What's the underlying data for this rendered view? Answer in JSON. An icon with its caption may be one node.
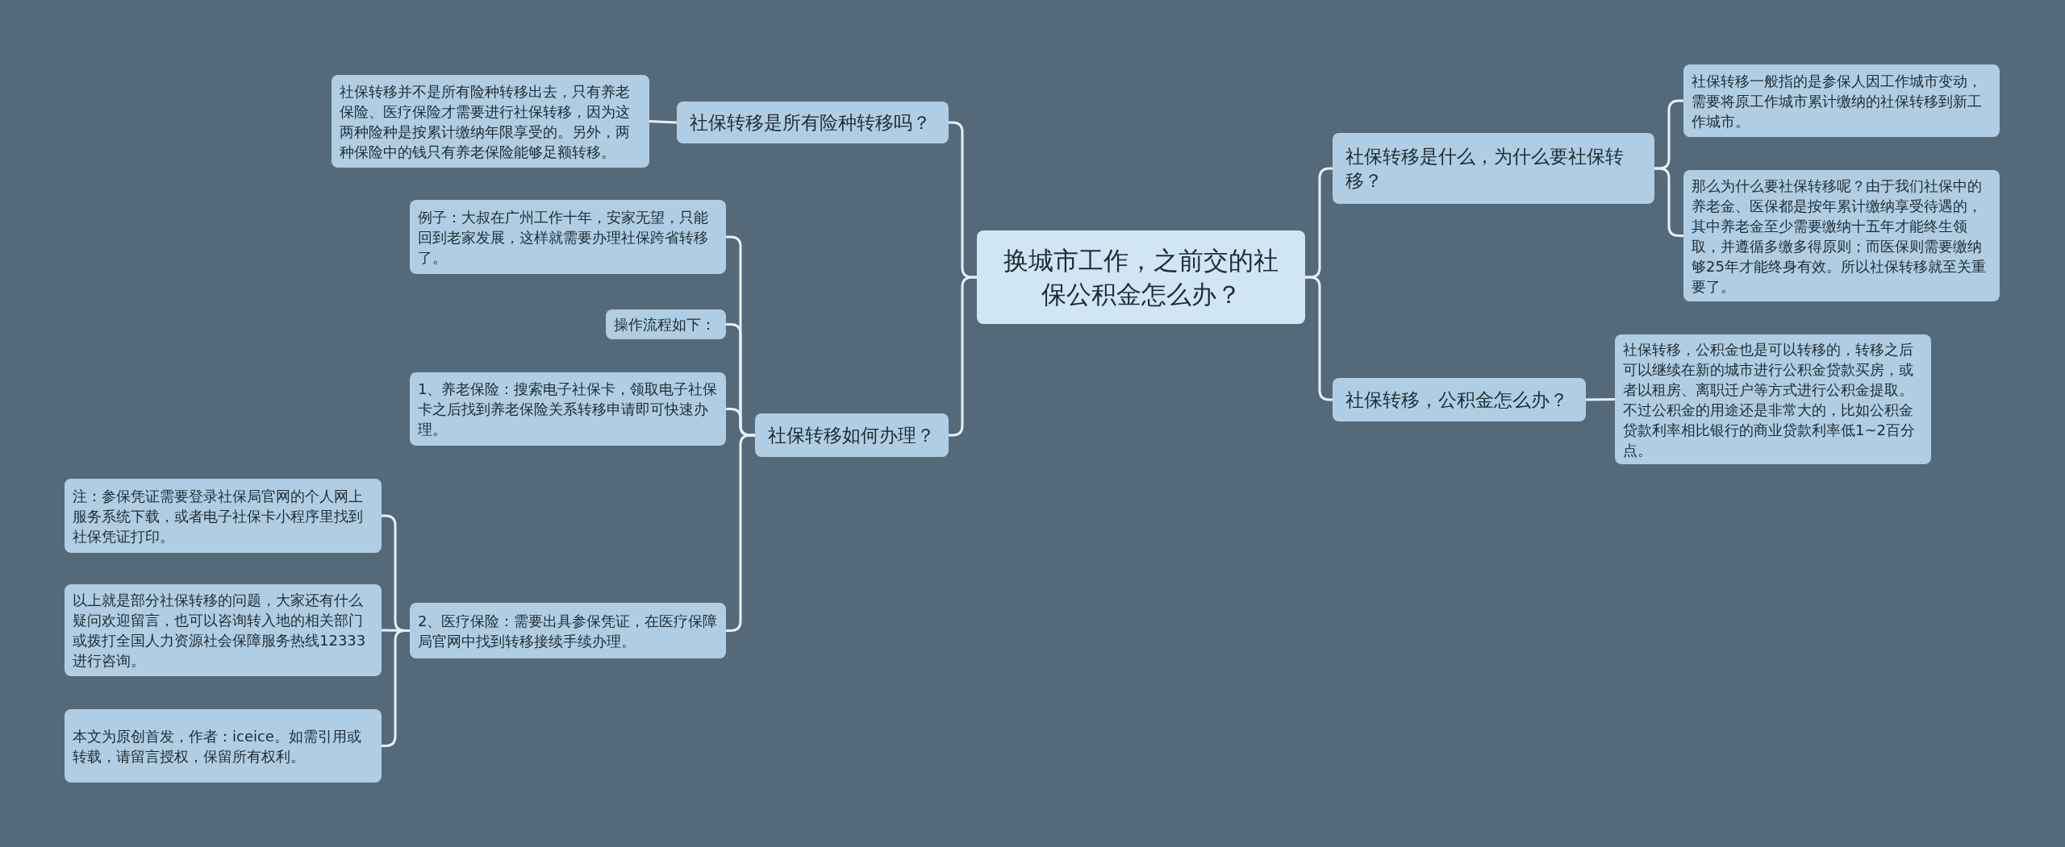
{
  "diagram": {
    "nodes": [
      {
        "text": [
          "换城市工作，之前交的社保公积金怎么办？"
        ]
      },
      {
        "text": [
          "社保转移是所有险种转移吗？"
        ]
      },
      {
        "text": [
          "社保转移并不是所有险种转移出去，只有养老保险、医疗保险才需要进行社保转移，因为这两种险种是按累计缴纳年限享受的。另外，两种保险中的钱只有养老保险能够足额转移。"
        ]
      },
      {
        "text": [
          "社保转移如何办理？"
        ]
      },
      {
        "text": [
          "例子：大叔在广州工作十年，安家无望，只能回到老家发展，这样就需要办理社保跨省转移了。"
        ]
      },
      {
        "text": [
          "操作流程如下："
        ]
      },
      {
        "text": [
          "1、养老保险：搜索电子社保卡，领取电子社保卡之后找到养老保险关系转移申请即可快速办理。"
        ]
      },
      {
        "text": [
          "2、医疗保险：需要出具参保凭证，在医疗保障局官网中找到转移接续手续办理。"
        ]
      },
      {
        "text": [
          "注：参保凭证需要登录社保局官网的个人网上服务系统下载，或者电子社保卡小程序里找到社保凭证打印。"
        ]
      },
      {
        "text": [
          "以上就是部分社保转移的问题，大家还有什么疑问欢迎留言，也可以咨询转入地的相关部门或拨打全国人力资源社会保障服务热线12333进行咨询。"
        ]
      },
      {
        "text": [
          "本文为原创首发，作者：iceice。如需引用或转载，请留言授权，保留所有权利。"
        ]
      },
      {
        "text": [
          "社保转移是什么，为什么要社保转移？"
        ]
      },
      {
        "text": [
          "社保转移一般指的是参保人因工作城市变动，需要将原工作城市累计缴纳的社保转移到新工作城市。"
        ]
      },
      {
        "text": [
          "那么为什么要社保转移呢？由于我们社保中的养老金、医保都是按年累计缴纳享受待遇的，其中养老金至少需要缴纳十五年才能终生领取，并遵循多缴多得原则；而医保则需要缴纳够25年才能终身有效。所以社保转移就至关重要了。"
        ]
      },
      {
        "text": [
          "社保转移，公积金怎么办？"
        ]
      },
      {
        "text": [
          "社保转移，公积金也是可以转移的，转移之后可以继续在新的城市进行公积金贷款买房，或者以租房、离职迁户等方式进行公积金提取。不过公积金的用途还是非常大的，比如公积金贷款利率相比银行的商业贷款利率低1~2百分点。"
        ]
      }
    ],
    "edges": [
      {
        "from": 0,
        "to": 1,
        "arrow": "none"
      },
      {
        "from": 1,
        "to": 2,
        "arrow": "none"
      },
      {
        "from": 0,
        "to": 3,
        "arrow": "none"
      },
      {
        "from": 3,
        "to": 4,
        "arrow": "none"
      },
      {
        "from": 3,
        "to": 5,
        "arrow": "none"
      },
      {
        "from": 3,
        "to": 6,
        "arrow": "none"
      },
      {
        "from": 3,
        "to": 7,
        "arrow": "none"
      },
      {
        "from": 7,
        "to": 8,
        "arrow": "none"
      },
      {
        "from": 7,
        "to": 9,
        "arrow": "none"
      },
      {
        "from": 7,
        "to": 10,
        "arrow": "none"
      },
      {
        "from": 0,
        "to": 11,
        "arrow": "none"
      },
      {
        "from": 11,
        "to": 12,
        "arrow": "none"
      },
      {
        "from": 11,
        "to": 13,
        "arrow": "none"
      },
      {
        "from": 0,
        "to": 14,
        "arrow": "none"
      },
      {
        "from": 14,
        "to": 15,
        "arrow": "none"
      }
    ]
  }
}
